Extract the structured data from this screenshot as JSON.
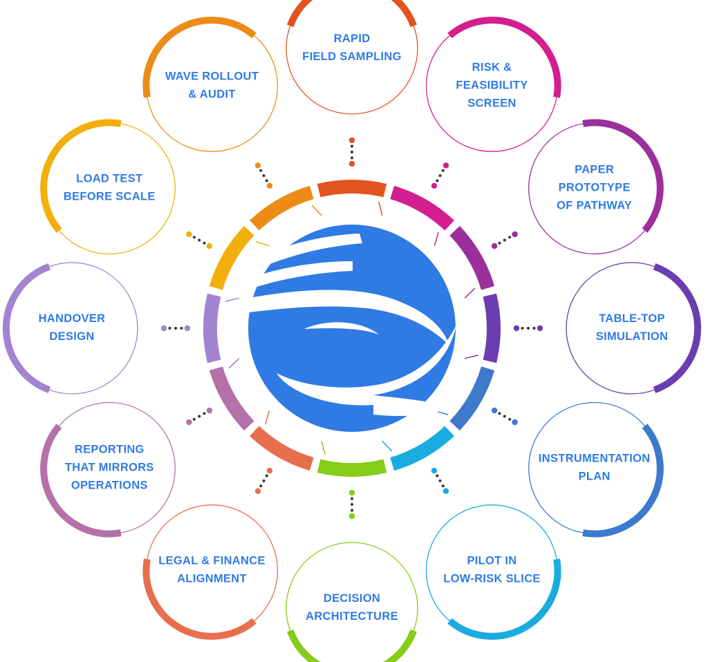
{
  "diagram": {
    "title_color": "#2F7BE3",
    "center": {
      "icon": "hands-clasped-logo-icon",
      "color": "#2F7BE3"
    },
    "nodes": [
      {
        "lines": [
          "RAPID",
          "FIELD SAMPLING"
        ],
        "color": "#E2541F"
      },
      {
        "lines": [
          "RISK &",
          "FEASIBILITY",
          "SCREEN"
        ],
        "color": "#D31E8F"
      },
      {
        "lines": [
          "PAPER",
          "PROTOTYPE",
          "OF PATHWAY"
        ],
        "color": "#9B2F9C"
      },
      {
        "lines": [
          "TABLE-TOP",
          "SIMULATION"
        ],
        "color": "#6A3EAF"
      },
      {
        "lines": [
          "INSTRUMENTATION",
          "PLAN"
        ],
        "color": "#3D7ACC"
      },
      {
        "lines": [
          "PILOT IN",
          "LOW-RISK SLICE"
        ],
        "color": "#1AACDF"
      },
      {
        "lines": [
          "DECISION",
          "ARCHITECTURE"
        ],
        "color": "#86CC18"
      },
      {
        "lines": [
          "LEGAL & FINANCE",
          "ALIGNMENT"
        ],
        "color": "#E86F4E"
      },
      {
        "lines": [
          "REPORTING",
          "THAT MIRRORS",
          "OPERATIONS"
        ],
        "color": "#B472A9"
      },
      {
        "lines": [
          "HANDOVER",
          "DESIGN"
        ],
        "color": "#A384D0"
      },
      {
        "lines": [
          "LOAD TEST",
          "BEFORE SCALE"
        ],
        "color": "#F2AE0A"
      },
      {
        "lines": [
          "WAVE ROLLOUT",
          "& AUDIT"
        ],
        "color": "#EC8C17"
      }
    ]
  }
}
